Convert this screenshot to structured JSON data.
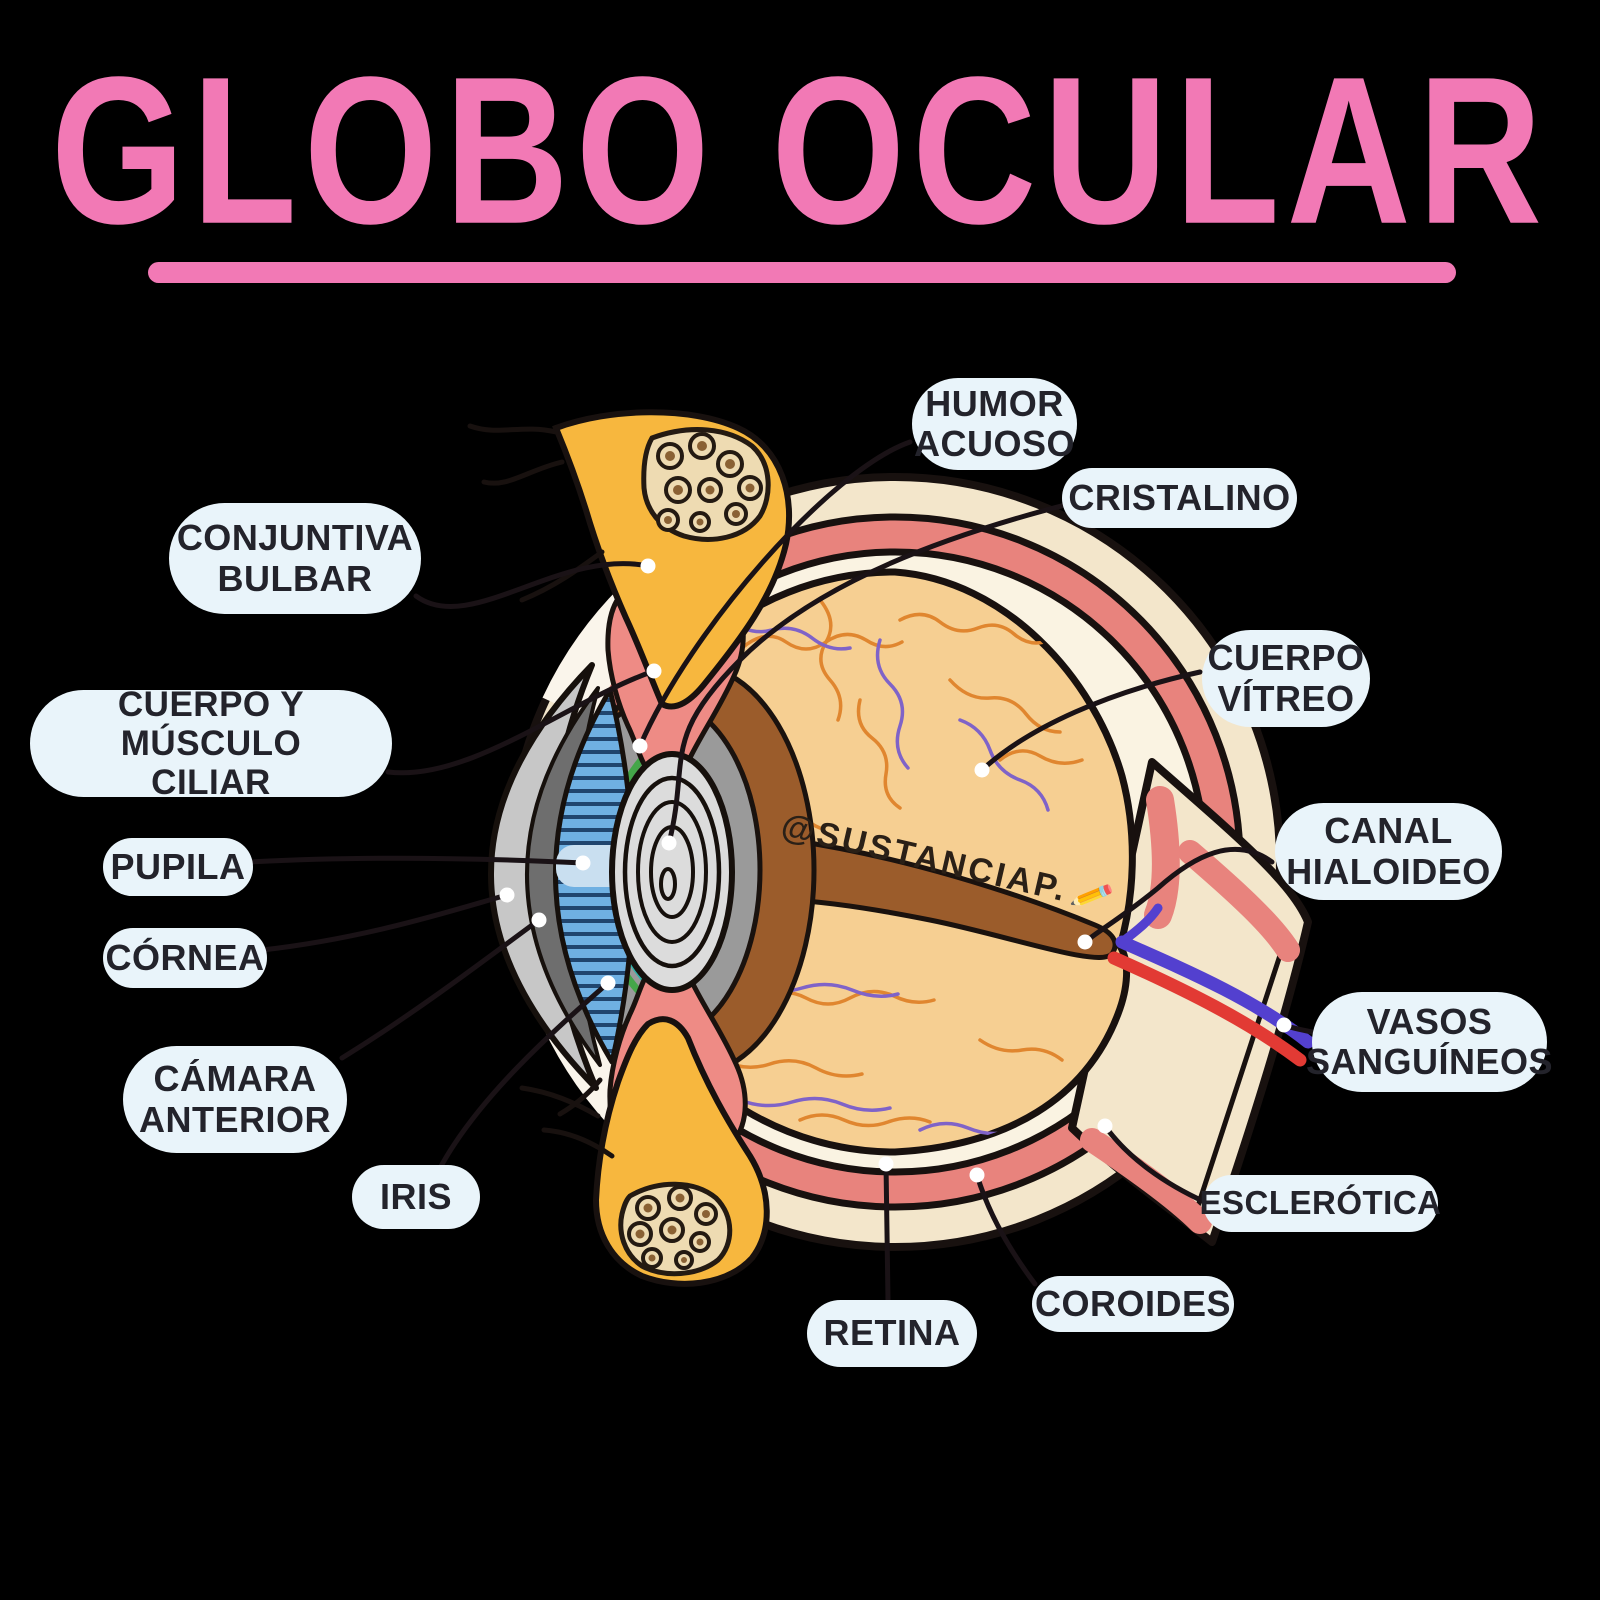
{
  "title": {
    "text": "GLOBO OCULAR"
  },
  "watermark": {
    "handle": "@SUSTANCIAP.",
    "pencil_icon": "✏️"
  },
  "labels": [
    {
      "id": "conjuntiva-bulbar",
      "text": "CONJUNTIVA\nBULBAR"
    },
    {
      "id": "cuerpo-musculo-ciliar",
      "text": "CUERPO Y MÚSCULO\nCILIAR"
    },
    {
      "id": "pupila",
      "text": "PUPILA"
    },
    {
      "id": "cornea",
      "text": "CÓRNEA"
    },
    {
      "id": "camara-anterior",
      "text": "CÁMARA\nANTERIOR"
    },
    {
      "id": "iris",
      "text": "IRIS"
    },
    {
      "id": "humor-acuoso",
      "text": "HUMOR\nACUOSO"
    },
    {
      "id": "cristalino",
      "text": "CRISTALINO"
    },
    {
      "id": "cuerpo-vitreo",
      "text": "CUERPO\nVÍTREO"
    },
    {
      "id": "canal-hialoideo",
      "text": "CANAL\nHIALOIDEO"
    },
    {
      "id": "vasos-sanguineos",
      "text": "VASOS\nSANGUÍNEOS"
    },
    {
      "id": "esclerotica",
      "text": "ESCLERÓTICA"
    },
    {
      "id": "coroides",
      "text": "COROIDES"
    },
    {
      "id": "retina",
      "text": "RETINA"
    }
  ],
  "colors": {
    "background": "#000000",
    "title_pink": "#f279b5",
    "bubble_bg": "#e9f4fa",
    "label_text": "#23232b",
    "sclera_cream": "#f3e6cb",
    "choroid_pink": "#e8837d",
    "retina_band": "#faf3e2",
    "vitreous_tan": "#f6cf92",
    "hyaloid_canal_brown": "#9b5c2b",
    "muscle_yellow": "#f7b73e",
    "fat_tissue_tan": "#eedbb2",
    "iris_blue": "#6fb0e2",
    "lens_gray": "#dcdcdc",
    "cornea_gray": "#c7c7c7",
    "anterior_chamber_gray": "#6e6e6e",
    "vessel_orange": "#e0862f",
    "vessel_purple": "#7f63c8",
    "artery_red": "#e23a34",
    "vein_blue": "#5340cf",
    "outline_black": "#18110f"
  }
}
